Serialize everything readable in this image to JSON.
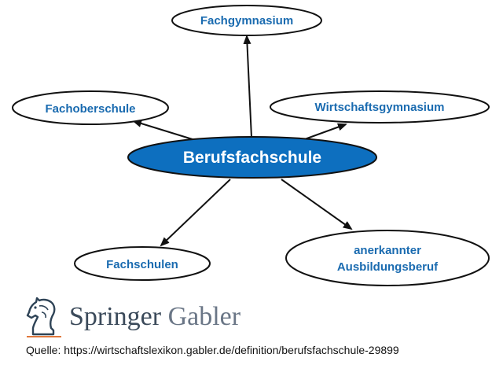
{
  "diagram": {
    "center": {
      "label": "Berufsfachschule"
    },
    "nodes": [
      {
        "id": "fachgymnasium",
        "lines": [
          "Fachgymnasium"
        ]
      },
      {
        "id": "fachoberschule",
        "lines": [
          "Fachoberschule"
        ]
      },
      {
        "id": "wirtschaftsgymnasium",
        "lines": [
          "Wirtschaftsgymnasium"
        ]
      },
      {
        "id": "fachschulen",
        "lines": [
          "Fachschulen"
        ]
      },
      {
        "id": "ausbildungsberuf",
        "lines": [
          "anerkannter",
          "Ausbildungsberuf"
        ]
      }
    ],
    "colors": {
      "center_fill": "#0d6fbf",
      "node_text": "#1a6bb0",
      "stroke": "#111111"
    }
  },
  "branding": {
    "brand_primary": "Springer",
    "brand_secondary": "Gabler",
    "logo_icon": "chess-knight-icon",
    "source": "Quelle: https://wirtschaftslexikon.gabler.de/definition/berufsfachschule-29899"
  }
}
